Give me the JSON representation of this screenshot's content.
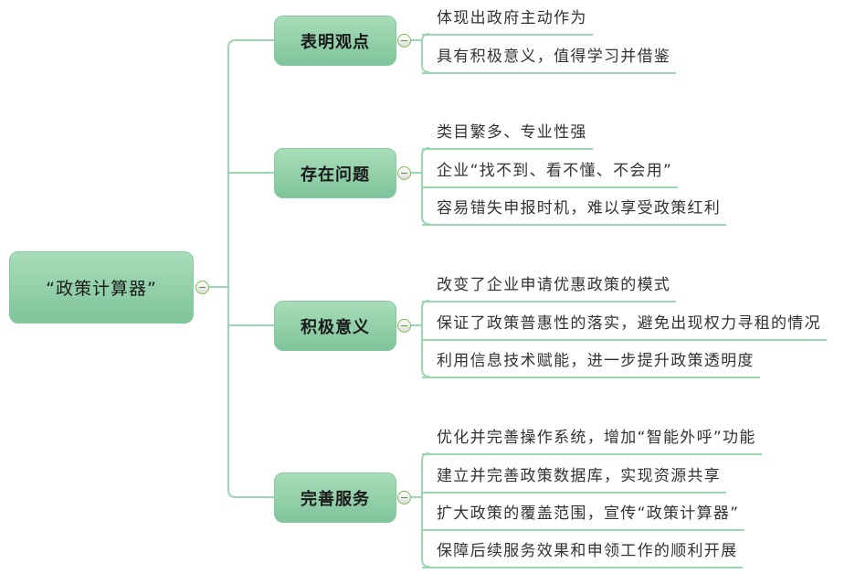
{
  "root": {
    "label": "“政策计算器”"
  },
  "branches": [
    {
      "label": "表明观点",
      "leaves": [
        "体现出政府主动作为",
        "具有积极意义，值得学习并借鉴"
      ]
    },
    {
      "label": "存在问题",
      "leaves": [
        "类目繁多、专业性强",
        "企业“找不到、看不懂、不会用”",
        "容易错失申报时机，难以享受政策红利"
      ]
    },
    {
      "label": "积极意义",
      "leaves": [
        "改变了企业申请优惠政策的模式",
        "保证了政策普惠性的落实，避免出现权力寻租的情况",
        "利用信息技术赋能，进一步提升政策透明度"
      ]
    },
    {
      "label": "完善服务",
      "leaves": [
        "优化并完善操作系统，增加“智能外呼”功能",
        "建立并完善政策数据库，实现资源共享",
        "扩大政策的覆盖范围，宣传“政策计算器”",
        "保障后续服务效果和申领工作的顺利开展"
      ]
    }
  ],
  "colors": {
    "line": "#9ad8b2",
    "box_top": "#a8ddb9",
    "box_bottom": "#7fc49b",
    "toggle_border": "#7cc04c"
  }
}
